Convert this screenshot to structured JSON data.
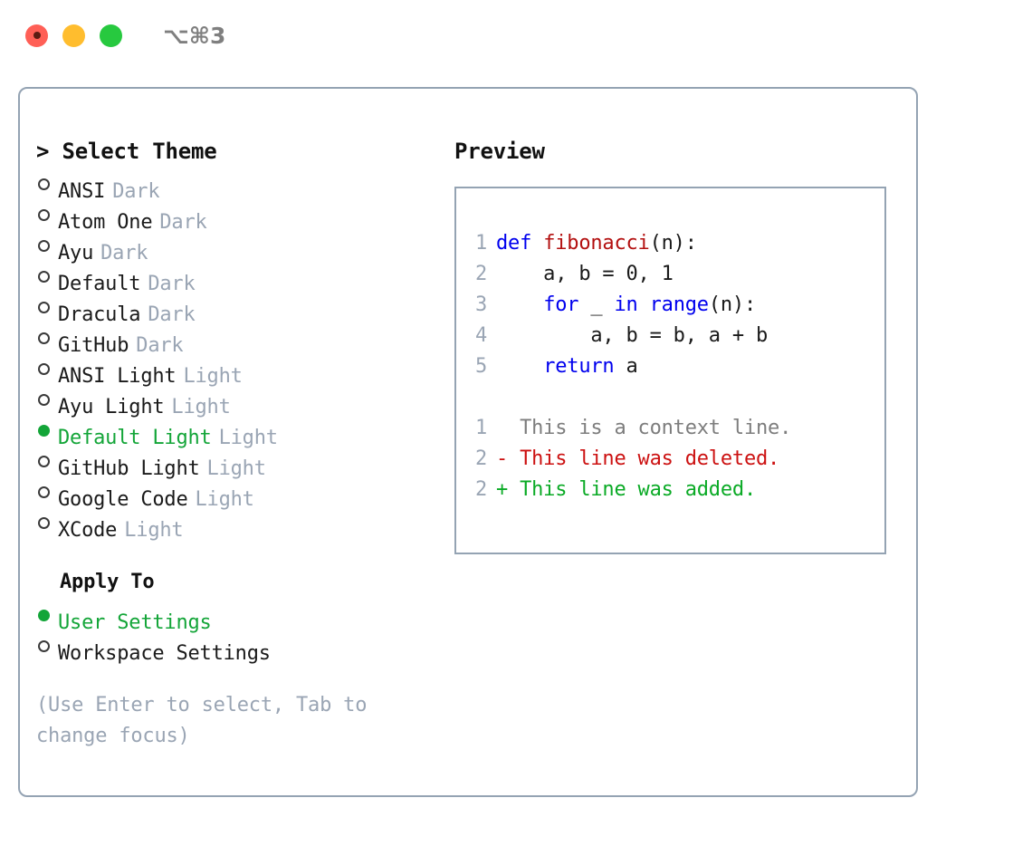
{
  "window": {
    "title": "⌥⌘3",
    "lights": [
      "close",
      "minimize",
      "maximize"
    ],
    "colors": {
      "close": "#ff5f56",
      "minimize": "#ffbd2e",
      "maximize": "#27c93f",
      "border": "#94a3b3",
      "selected_green": "#13a538",
      "muted": "#9aa5b4"
    }
  },
  "theme_picker": {
    "header": "> Select Theme",
    "items": [
      {
        "label": "ANSI",
        "variant": "Dark",
        "selected": false
      },
      {
        "label": "Atom One",
        "variant": "Dark",
        "selected": false
      },
      {
        "label": "Ayu",
        "variant": "Dark",
        "selected": false
      },
      {
        "label": "Default",
        "variant": "Dark",
        "selected": false
      },
      {
        "label": "Dracula",
        "variant": "Dark",
        "selected": false
      },
      {
        "label": "GitHub",
        "variant": "Dark",
        "selected": false
      },
      {
        "label": "ANSI Light",
        "variant": "Light",
        "selected": false
      },
      {
        "label": "Ayu Light",
        "variant": "Light",
        "selected": false
      },
      {
        "label": "Default Light",
        "variant": "Light",
        "selected": true
      },
      {
        "label": "GitHub Light",
        "variant": "Light",
        "selected": false
      },
      {
        "label": "Google Code",
        "variant": "Light",
        "selected": false
      },
      {
        "label": "XCode",
        "variant": "Light",
        "selected": false
      }
    ]
  },
  "apply_to": {
    "header": "Apply To",
    "items": [
      {
        "label": "User Settings",
        "selected": true
      },
      {
        "label": "Workspace Settings",
        "selected": false
      }
    ]
  },
  "hint": "(Use Enter to select, Tab to change focus)",
  "preview": {
    "title": "Preview",
    "code_lines": [
      {
        "no": "1",
        "tokens": [
          {
            "t": "def ",
            "c": "kw"
          },
          {
            "t": "fibonacci",
            "c": "fn"
          },
          {
            "t": "(n):",
            "c": "plain"
          }
        ]
      },
      {
        "no": "2",
        "tokens": [
          {
            "t": "    a, b = 0, 1",
            "c": "plain"
          }
        ]
      },
      {
        "no": "3",
        "tokens": [
          {
            "t": "    ",
            "c": "plain"
          },
          {
            "t": "for",
            "c": "kw"
          },
          {
            "t": " _ ",
            "c": "plain"
          },
          {
            "t": "in",
            "c": "kw"
          },
          {
            "t": " ",
            "c": "plain"
          },
          {
            "t": "range",
            "c": "kw"
          },
          {
            "t": "(n):",
            "c": "plain"
          }
        ]
      },
      {
        "no": "4",
        "tokens": [
          {
            "t": "        a, b = b, a + b",
            "c": "plain"
          }
        ]
      },
      {
        "no": "5",
        "tokens": [
          {
            "t": "    ",
            "c": "plain"
          },
          {
            "t": "return",
            "c": "kw"
          },
          {
            "t": " a",
            "c": "plain"
          }
        ]
      }
    ],
    "diff_lines": [
      {
        "no": "1",
        "text": "  This is a context line.",
        "kind": "ctx"
      },
      {
        "no": "2",
        "text": "- This line was deleted.",
        "kind": "del"
      },
      {
        "no": "2",
        "text": "+ This line was added.",
        "kind": "add"
      }
    ]
  }
}
